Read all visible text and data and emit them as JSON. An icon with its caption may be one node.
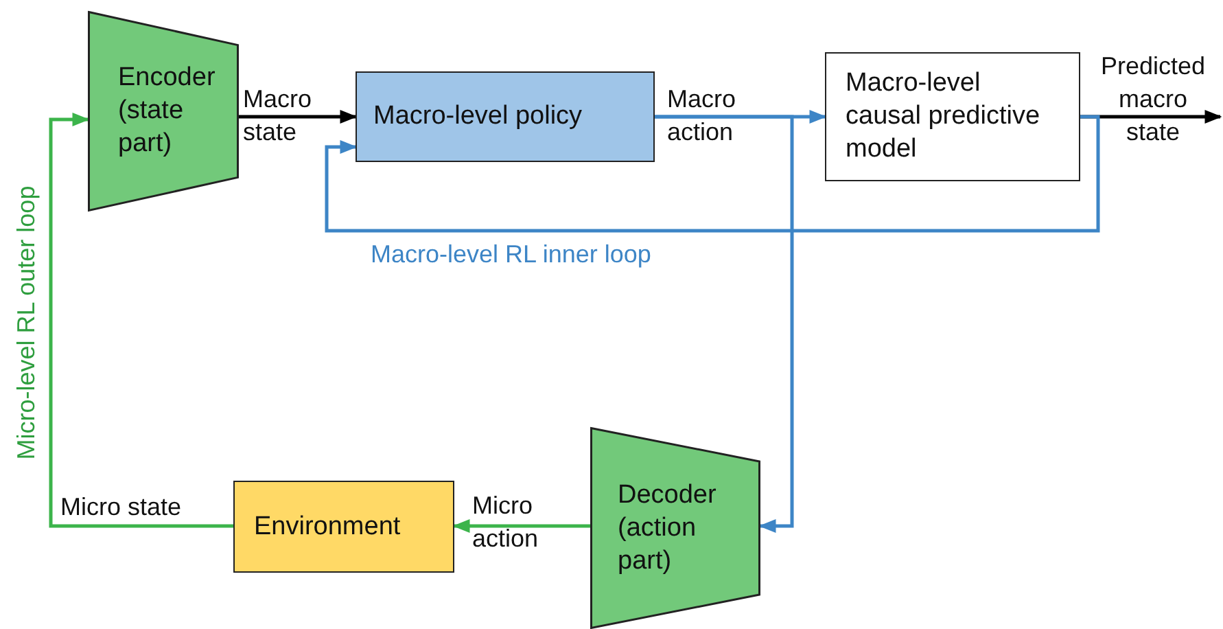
{
  "diagram": {
    "nodes": [
      {
        "text": [
          "Encoder (state part)"
        ]
      },
      {
        "text": [
          "Macro-level policy"
        ]
      },
      {
        "text": [
          "Macro-level causal predictive model"
        ]
      },
      {
        "text": [
          "Environment"
        ]
      },
      {
        "text": [
          "Decoder (action part)"
        ]
      }
    ],
    "edges": [
      {
        "from": 0,
        "to": 1,
        "arrow": "to",
        "label": "Macro state",
        "color": "#000000"
      },
      {
        "from": 1,
        "to": 2,
        "arrow": "to",
        "label": "Macro action",
        "color": "#3d85c6"
      },
      {
        "from": 2,
        "to": null,
        "arrow": "to",
        "label": "Predicted macro state",
        "color": "#000000"
      },
      {
        "from": 2,
        "to": 1,
        "arrow": "to",
        "label": "Macro-level RL inner loop",
        "color": "#3d85c6"
      },
      {
        "from": 1,
        "to": 4,
        "arrow": "to",
        "color": "#3d85c6"
      },
      {
        "from": 4,
        "to": 3,
        "arrow": "to",
        "label": "Micro action",
        "color": "#3cb44b"
      },
      {
        "from": 3,
        "to": 0,
        "arrow": "to",
        "label": "Micro state",
        "color": "#3cb44b"
      }
    ],
    "labels": [
      "Micro-level RL outer loop"
    ]
  }
}
